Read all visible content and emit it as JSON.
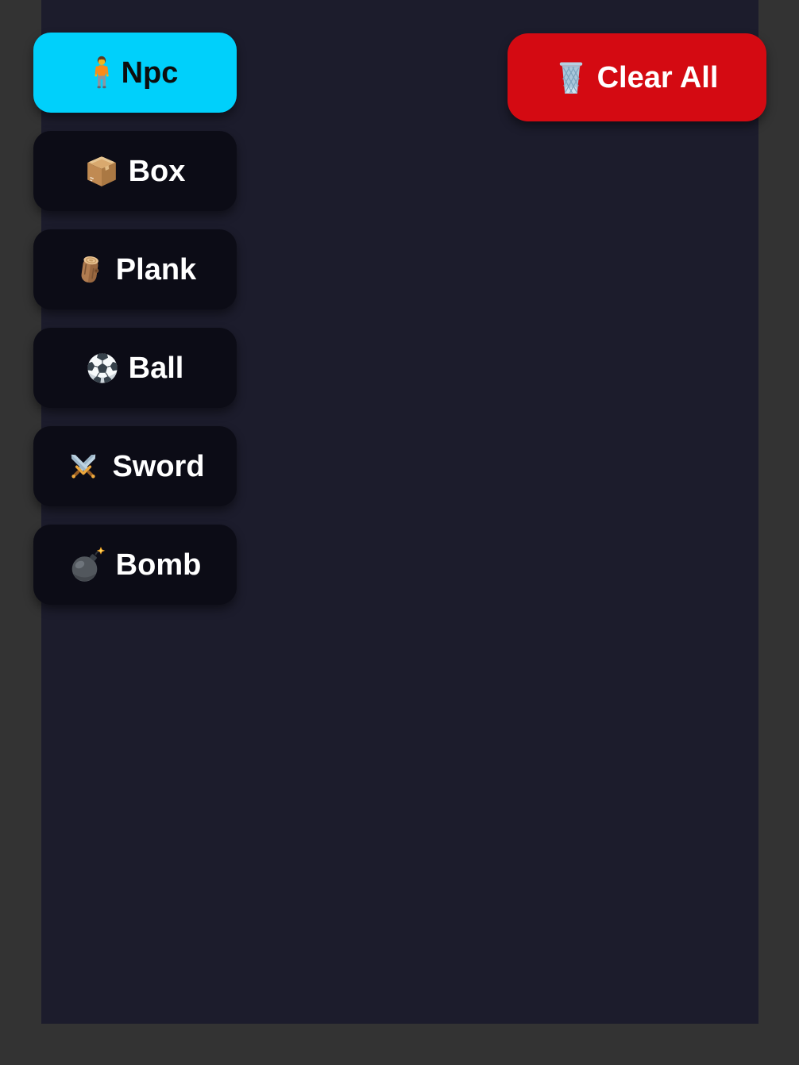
{
  "colors": {
    "frame_bg": "#333333",
    "stage_bg": "#1c1c2c",
    "button_bg": "#0c0c16",
    "button_text": "#ffffff",
    "selected_bg": "#00d0fb",
    "selected_text": "#0d0d0d",
    "clear_bg": "#d40a12",
    "clear_text": "#ffffff"
  },
  "spawn_buttons": [
    {
      "label": "Npc",
      "icon": "person-standing-icon",
      "selected": true
    },
    {
      "label": "Box",
      "icon": "package-icon",
      "selected": false
    },
    {
      "label": "Plank",
      "icon": "wood-log-icon",
      "selected": false
    },
    {
      "label": "Ball",
      "icon": "soccer-ball-icon",
      "selected": false
    },
    {
      "label": "Sword",
      "icon": "crossed-swords-icon",
      "selected": false
    },
    {
      "label": "Bomb",
      "icon": "bomb-icon",
      "selected": false
    }
  ],
  "clear_button": {
    "label": "Clear All",
    "icon": "wastebasket-icon"
  }
}
